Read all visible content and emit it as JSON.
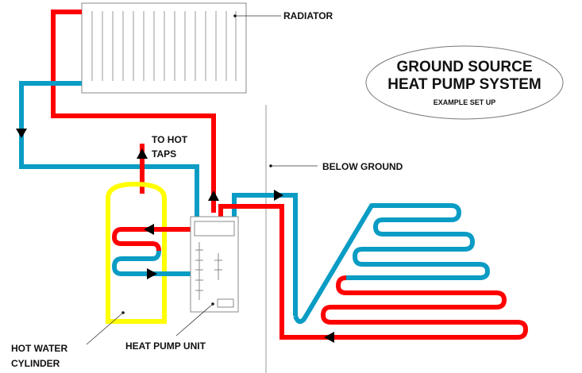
{
  "diagram": {
    "title_line1": "GROUND SOURCE",
    "title_line2": "HEAT PUMP SYSTEM",
    "subtitle": "EXAMPLE SET UP",
    "labels": {
      "radiator": "RADIATOR",
      "to_hot_taps_line1": "TO HOT",
      "to_hot_taps_line2": "TAPS",
      "below_ground": "BELOW GROUND",
      "hot_water_cylinder_line1": "HOT WATER",
      "hot_water_cylinder_line2": "CYLINDER",
      "heat_pump_unit": "HEAT PUMP UNIT"
    },
    "colors": {
      "hot_pipe": "#ff0000",
      "cold_pipe": "#0a9cc4",
      "cylinder": "#ffff00",
      "outline": "#888888",
      "arrow": "#000000"
    },
    "components": [
      "radiator",
      "hot water cylinder",
      "heat pump unit",
      "ground loop"
    ]
  }
}
